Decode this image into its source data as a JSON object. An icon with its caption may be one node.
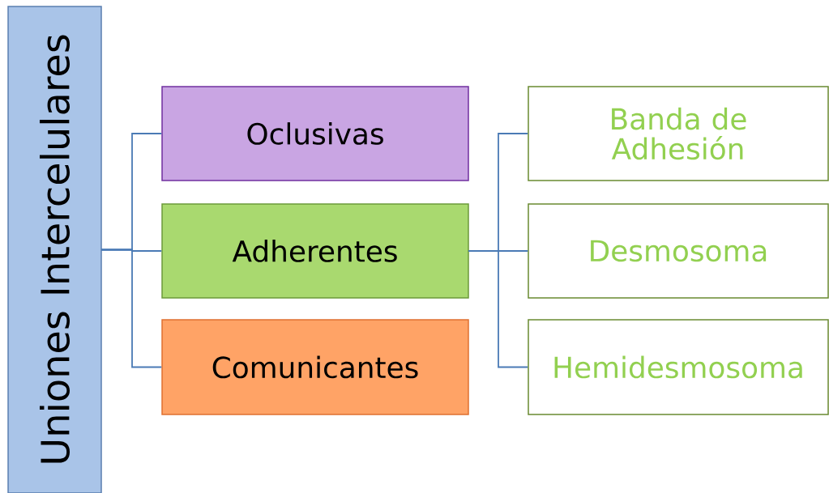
{
  "diagram": {
    "nodes": [
      {
        "text": [
          "Uniones Intercelulares"
        ]
      },
      {
        "text": [
          "Oclusivas"
        ]
      },
      {
        "text": [
          "Adherentes"
        ]
      },
      {
        "text": [
          "Comunicantes"
        ]
      },
      {
        "text": [
          "Banda de Adhesión"
        ]
      },
      {
        "text": [
          "Desmosoma"
        ]
      },
      {
        "text": [
          "Hemidesmosoma"
        ]
      }
    ],
    "edges": [
      {
        "from": 0,
        "to": 1,
        "arrow": "none"
      },
      {
        "from": 0,
        "to": 2,
        "arrow": "none"
      },
      {
        "from": 0,
        "to": 3,
        "arrow": "none"
      },
      {
        "from": 2,
        "to": 4,
        "arrow": "none"
      },
      {
        "from": 2,
        "to": 5,
        "arrow": "none"
      },
      {
        "from": 2,
        "to": 6,
        "arrow": "none"
      }
    ]
  }
}
